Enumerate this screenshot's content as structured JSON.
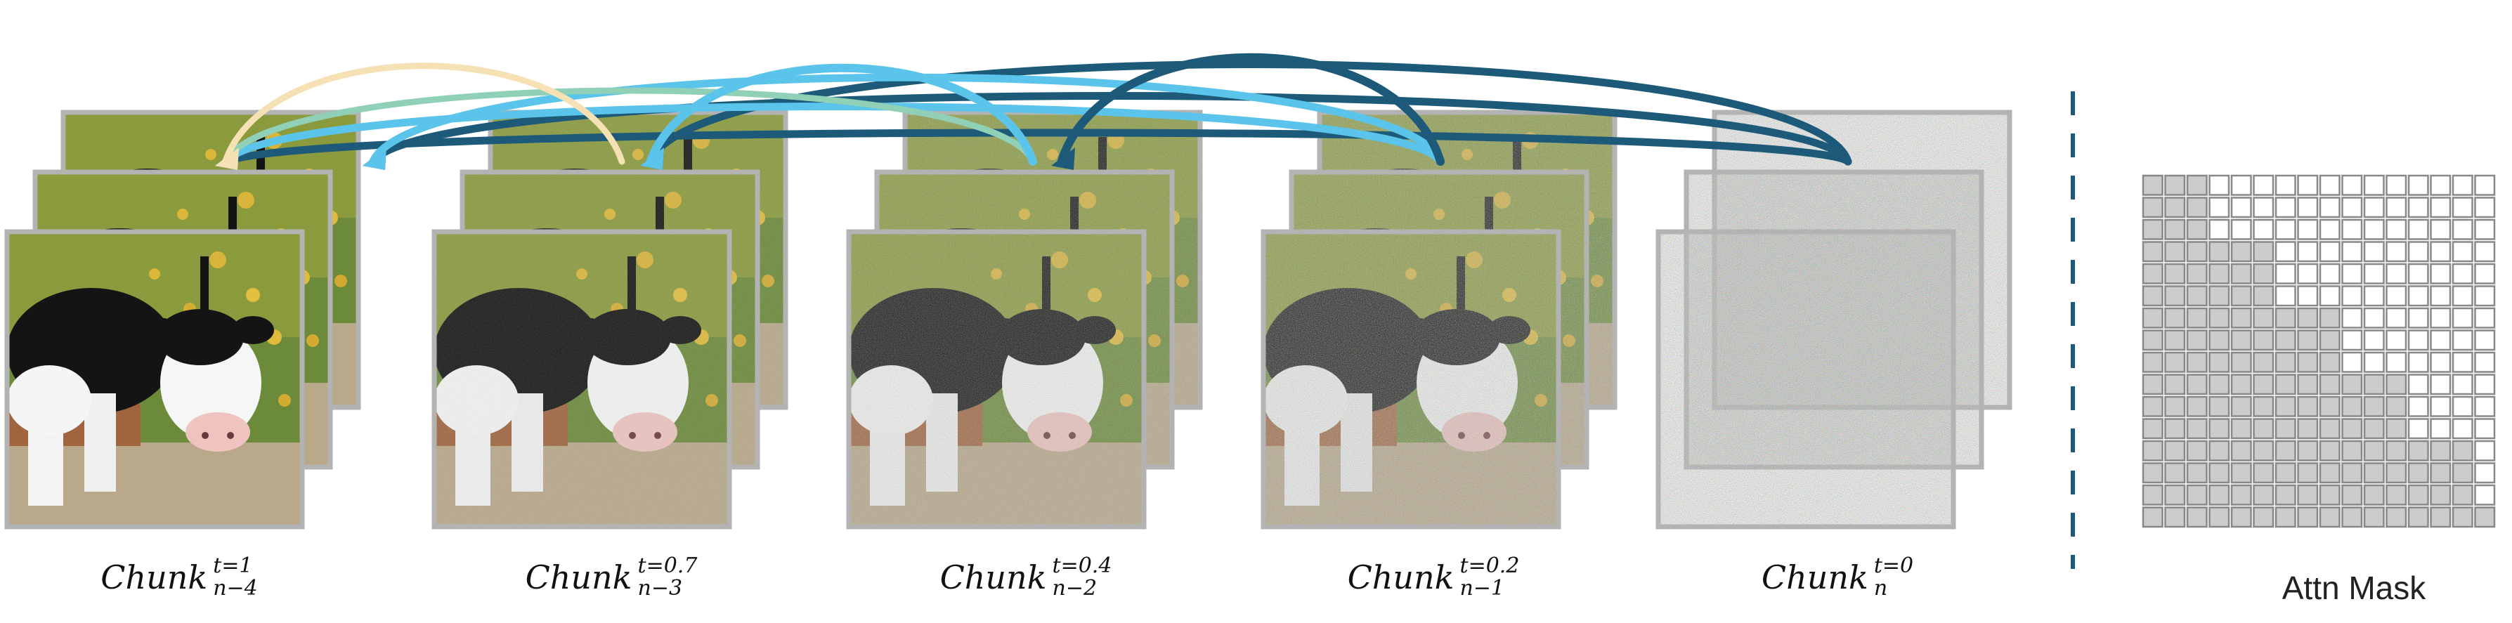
{
  "chunks": [
    {
      "name": "Chunk",
      "sup": "t=1",
      "sub": "n−4",
      "noise": 0.0
    },
    {
      "name": "Chunk",
      "sup": "t=0.7",
      "sub": "n−3",
      "noise": 0.3
    },
    {
      "name": "Chunk",
      "sup": "t=0.4",
      "sub": "n−2",
      "noise": 0.6
    },
    {
      "name": "Chunk",
      "sup": "t=0.2",
      "sub": "n−1",
      "noise": 0.8
    },
    {
      "name": "Chunk",
      "sup": "t=0",
      "sub": "n",
      "noise": 1.0
    }
  ],
  "mask_label": "Attn Mask",
  "mask": {
    "rows": 16,
    "cols": 16,
    "block": 3
  },
  "colors": {
    "arrow_dark": "#1d5a7a",
    "arrow_light": "#5bc4ea",
    "arrow_green": "#8fd0b7",
    "arrow_cream": "#f6e1b5",
    "divider": "#1d5a7a",
    "frame_border": "#b3b3b3",
    "mask_filled": "#cccccc",
    "mask_border": "#888888"
  }
}
